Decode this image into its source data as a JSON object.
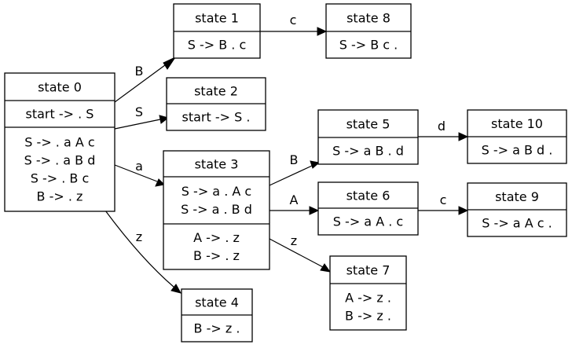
{
  "states": [
    {
      "id": "s0",
      "title": "state 0",
      "sections": [
        [
          "start -> . S"
        ],
        [
          "S -> . a A c",
          " S -> . a B d",
          " S -> . B c",
          "  B -> . z"
        ]
      ]
    },
    {
      "id": "s1",
      "title": "state 1",
      "sections": [
        [
          "S -> B . c"
        ]
      ]
    },
    {
      "id": "s2",
      "title": "state 2",
      "sections": [
        [
          "start -> S ."
        ]
      ]
    },
    {
      "id": "s3",
      "title": "state 3",
      "sections": [
        [
          "S -> a . A c",
          " S -> a . B d"
        ],
        [
          "A -> . z",
          "  B -> . z"
        ]
      ]
    },
    {
      "id": "s4",
      "title": "state 4",
      "sections": [
        [
          "B -> z ."
        ]
      ]
    },
    {
      "id": "s5",
      "title": "state 5",
      "sections": [
        [
          "S -> a B . d"
        ]
      ]
    },
    {
      "id": "s6",
      "title": "state 6",
      "sections": [
        [
          "S -> a A . c"
        ]
      ]
    },
    {
      "id": "s7",
      "title": "state 7",
      "sections": [
        [
          "A -> z .",
          "  B -> z ."
        ]
      ]
    },
    {
      "id": "s8",
      "title": "state 8",
      "sections": [
        [
          "S -> B c ."
        ]
      ]
    },
    {
      "id": "s9",
      "title": "state 9",
      "sections": [
        [
          "S -> a A c ."
        ]
      ]
    },
    {
      "id": "s10",
      "title": "state 10",
      "sections": [
        [
          "S -> a B d ."
        ]
      ]
    }
  ],
  "transitions": [
    {
      "from": "s0",
      "to": "s1",
      "symbol": "B"
    },
    {
      "from": "s0",
      "to": "s2",
      "symbol": "S"
    },
    {
      "from": "s0",
      "to": "s3",
      "symbol": "a"
    },
    {
      "from": "s0",
      "to": "s4",
      "symbol": "z"
    },
    {
      "from": "s1",
      "to": "s8",
      "symbol": "c"
    },
    {
      "from": "s3",
      "to": "s5",
      "symbol": "B"
    },
    {
      "from": "s3",
      "to": "s6",
      "symbol": "A"
    },
    {
      "from": "s3",
      "to": "s7",
      "symbol": "z"
    },
    {
      "from": "s5",
      "to": "s10",
      "symbol": "d"
    },
    {
      "from": "s6",
      "to": "s9",
      "symbol": "c"
    }
  ]
}
